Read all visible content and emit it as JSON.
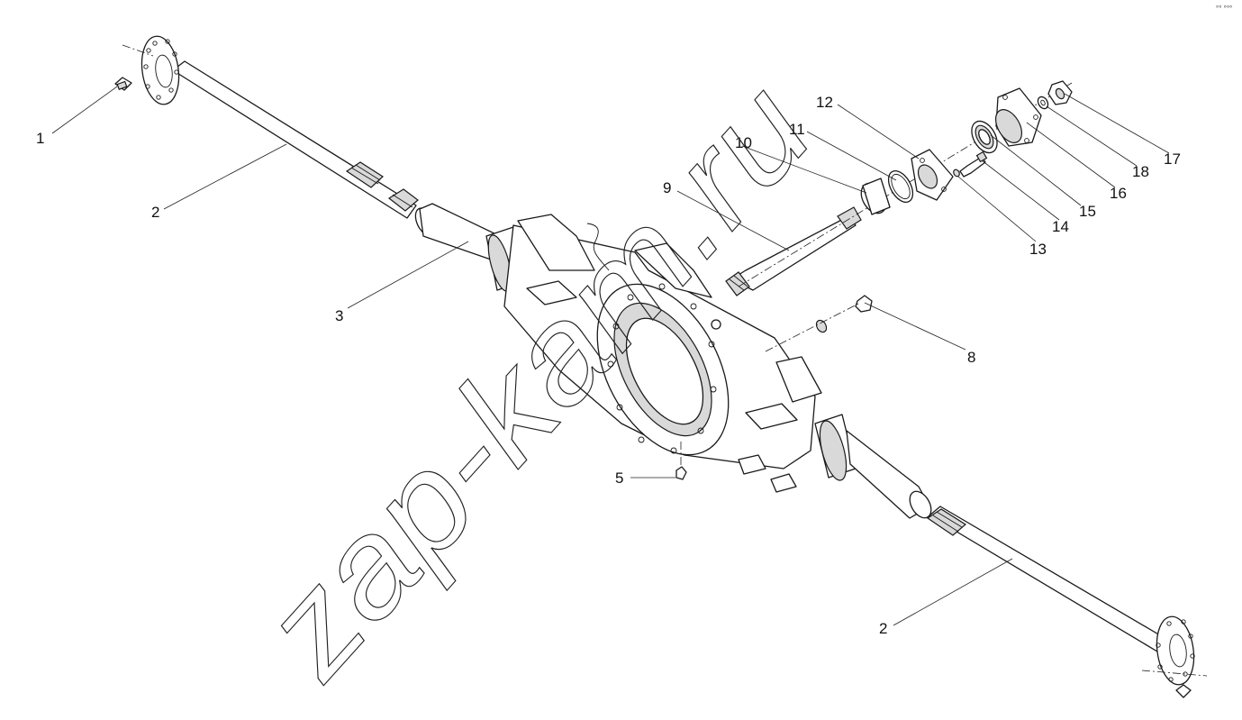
{
  "watermark": "zap-kam.ru",
  "corner_mark": "°° °°°",
  "callouts": {
    "c1": "1",
    "c2a": "2",
    "c2b": "2",
    "c3": "3",
    "c5": "5",
    "c8": "8",
    "c9": "9",
    "c10": "10",
    "c11": "11",
    "c12": "12",
    "c13": "13",
    "c14": "14",
    "c15": "15",
    "c16": "16",
    "c17": "17",
    "c18": "18"
  }
}
